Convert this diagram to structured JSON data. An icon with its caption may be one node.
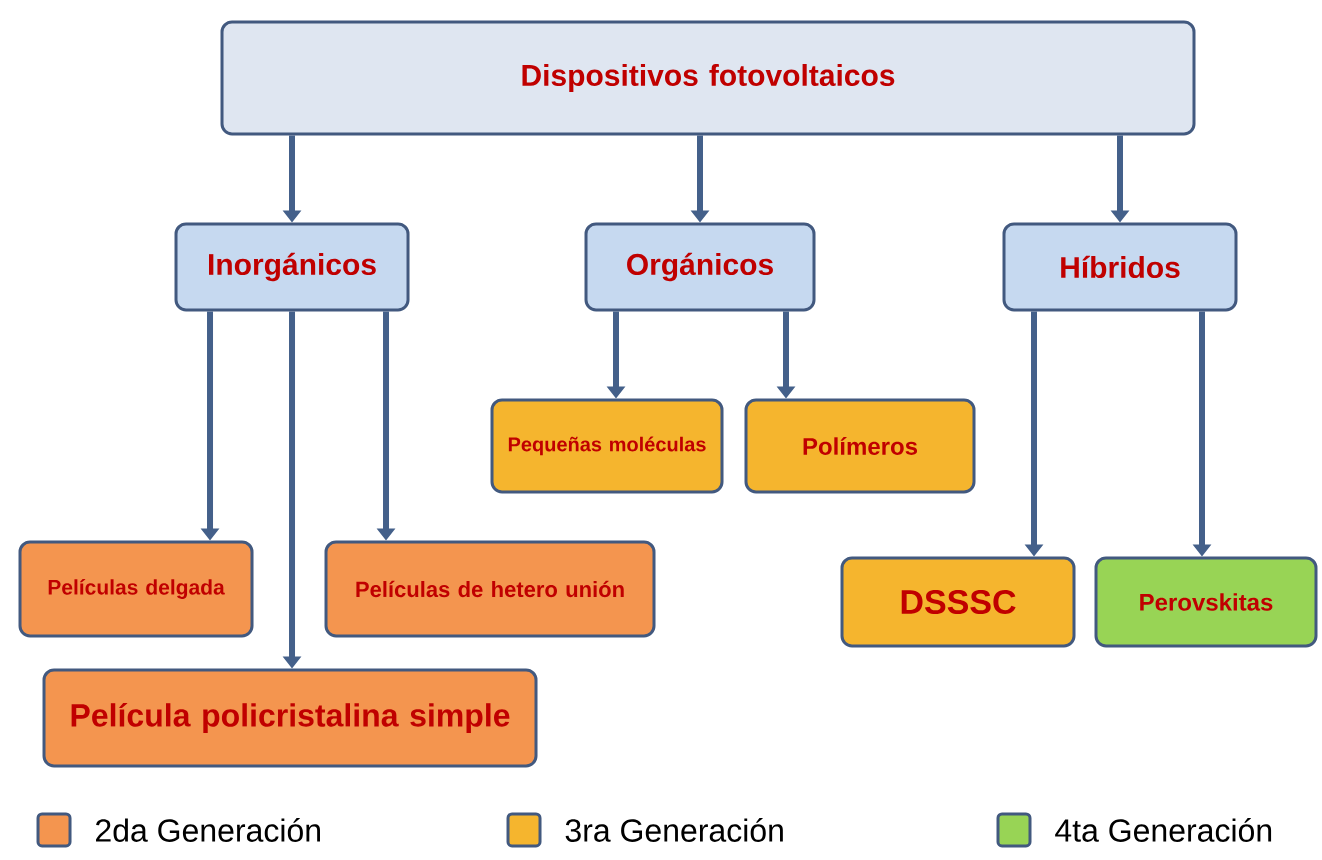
{
  "diagram": {
    "nodes": [
      {
        "text": [
          "Dispositivos fotovoltaicos"
        ]
      },
      {
        "text": [
          "Inorgánicos"
        ]
      },
      {
        "text": [
          "Orgánicos"
        ]
      },
      {
        "text": [
          "Híbridos"
        ]
      },
      {
        "text": [
          "Pequeñas moléculas"
        ]
      },
      {
        "text": [
          "Polímeros"
        ]
      },
      {
        "text": [
          "Películas delgada"
        ]
      },
      {
        "text": [
          "Películas de hetero unión"
        ]
      },
      {
        "text": [
          "Película  policristalina  simple"
        ]
      },
      {
        "text": [
          "DSSSC"
        ]
      },
      {
        "text": [
          "Perovskitas"
        ]
      }
    ],
    "edges": [
      {
        "from": 0,
        "to": 1,
        "arrow": "to"
      },
      {
        "from": 0,
        "to": 2,
        "arrow": "to"
      },
      {
        "from": 0,
        "to": 3,
        "arrow": "to"
      },
      {
        "from": 1,
        "to": 6,
        "arrow": "to"
      },
      {
        "from": 1,
        "to": 8,
        "arrow": "to"
      },
      {
        "from": 1,
        "to": 7,
        "arrow": "to"
      },
      {
        "from": 2,
        "to": 4,
        "arrow": "to"
      },
      {
        "from": 2,
        "to": 5,
        "arrow": "to"
      },
      {
        "from": 3,
        "to": 9,
        "arrow": "to"
      },
      {
        "from": 3,
        "to": 10,
        "arrow": "to"
      }
    ],
    "legend": [
      {
        "text": "2da Generación",
        "color": "#f4954f"
      },
      {
        "text": "3ra Generación",
        "color": "#f5b52e"
      },
      {
        "text": "4ta Generación",
        "color": "#98d455"
      }
    ]
  }
}
